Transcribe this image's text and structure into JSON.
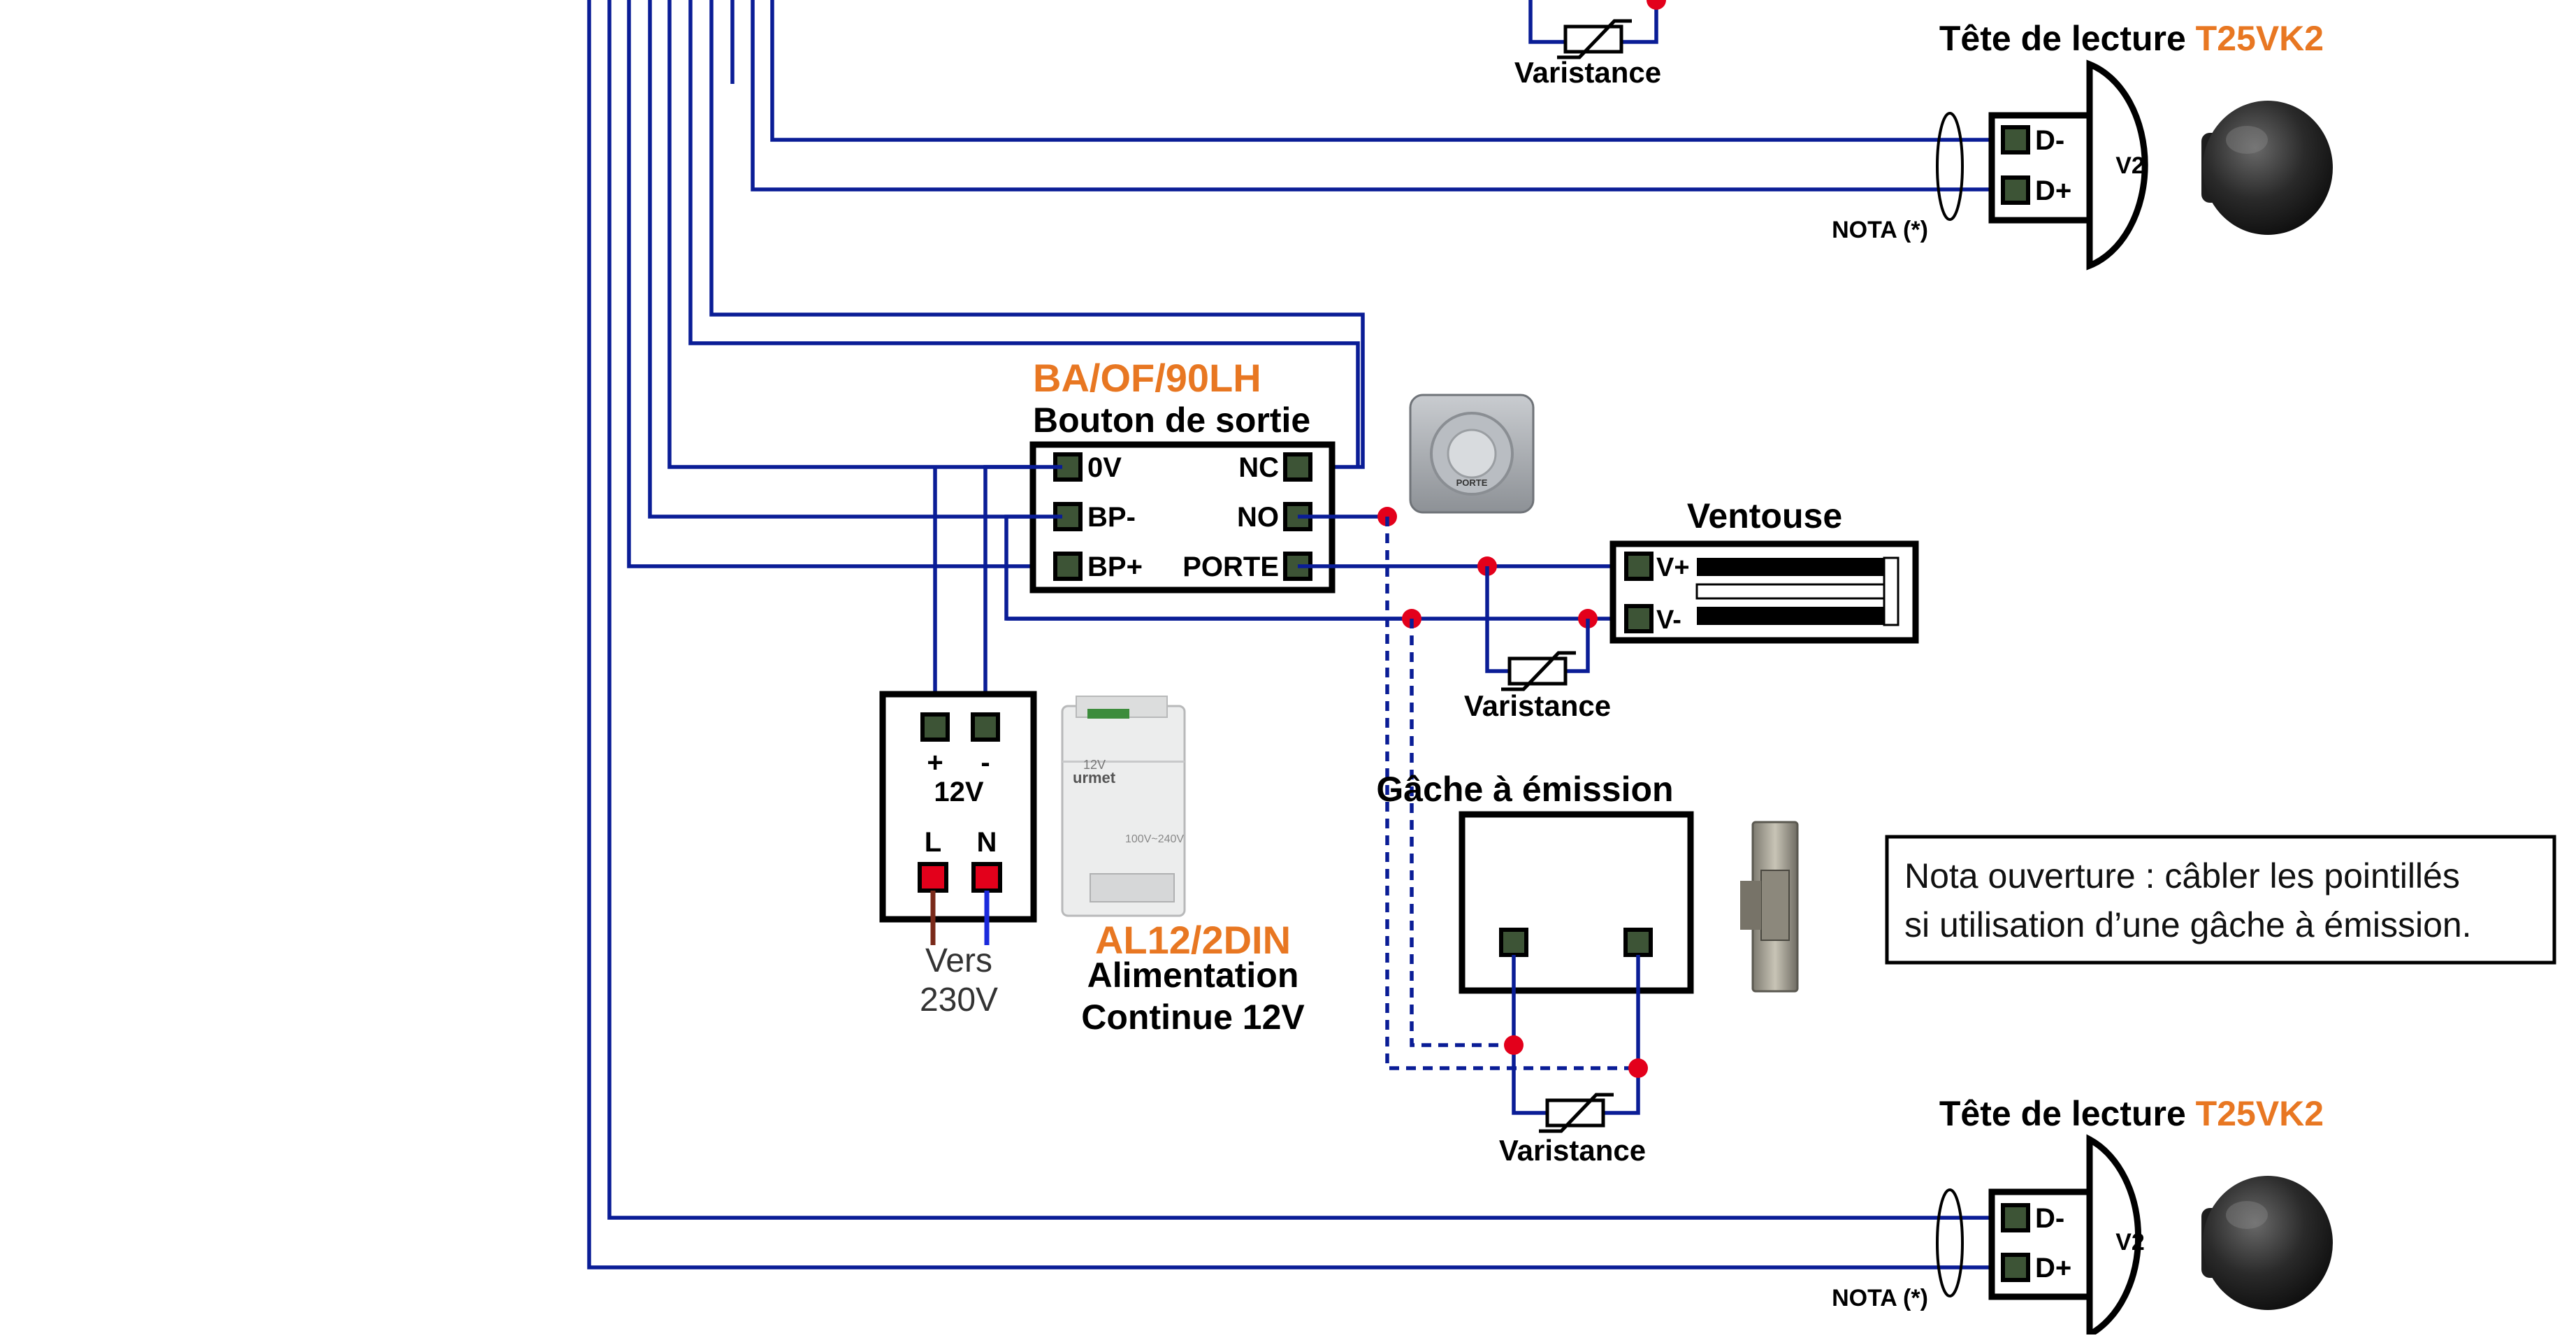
{
  "colors": {
    "wire": "#0a1d96",
    "accent": "#e87722",
    "node": "#e3001b",
    "terminal": "#3d5436"
  },
  "reader_top": {
    "title_prefix": "Tête de lecture ",
    "title_model": "T25VK2",
    "term1": "D-",
    "term2": "D+",
    "body_label": "V2",
    "nota": "NOTA (*)"
  },
  "reader_bottom": {
    "title_prefix": "Tête de lecture ",
    "title_model": "T25VK2",
    "term1": "D-",
    "term2": "D+",
    "body_label": "V2",
    "nota": "NOTA (*)"
  },
  "varistance_top": "Varistance",
  "exit_button": {
    "model": "BA/OF/90LH",
    "title": "Bouton de sortie",
    "left_terms": [
      "0V",
      "BP-",
      "BP+"
    ],
    "right_terms": [
      "NC",
      "NO",
      "PORTE"
    ],
    "photo_text": "PORTE"
  },
  "ventouse": {
    "title": "Ventouse",
    "term1": "V+",
    "term2": "V-"
  },
  "varistance_mid": "Varistance",
  "psu": {
    "plus": "+",
    "minus": "-",
    "voltage": "12V",
    "l": "L",
    "n": "N",
    "vers": "Vers",
    "mains": "230V",
    "model": "AL12/2DIN",
    "desc1": "Alimentation",
    "desc2": "Continue 12V",
    "photo_brand": "urmet",
    "photo_v": "12V",
    "photo_text": "100V~240V"
  },
  "gache": {
    "title": "Gâche à émission"
  },
  "varistance_bottom": "Varistance",
  "note": {
    "line1": "Nota ouverture : câbler les pointillés",
    "line2": "si utilisation d’une gâche à émission."
  }
}
